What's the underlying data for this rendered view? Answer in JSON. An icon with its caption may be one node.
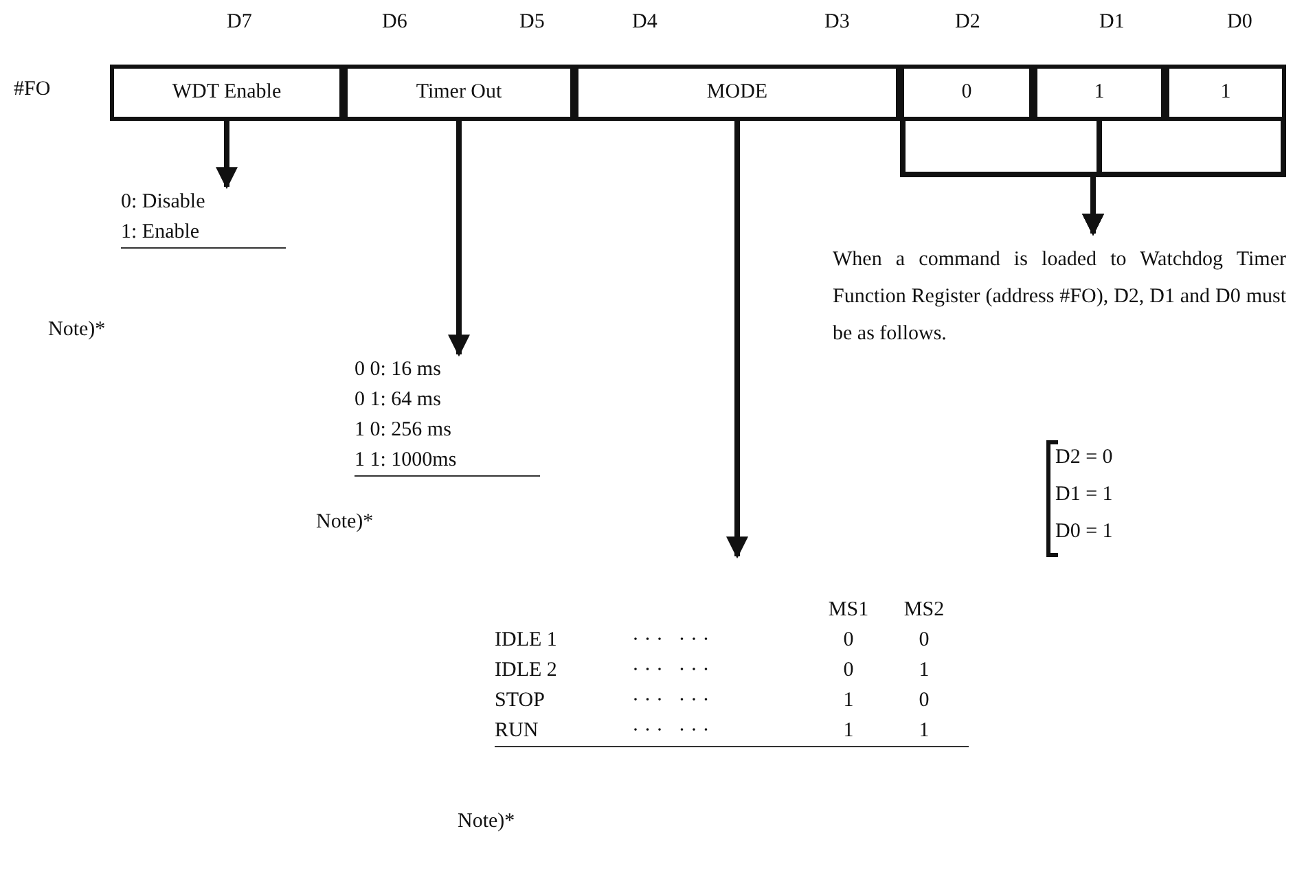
{
  "diagram": {
    "nodes": [
      {
        "text": [
          "WDT Enable"
        ]
      },
      {
        "text": [
          "Timer Out"
        ]
      },
      {
        "text": [
          "MODE"
        ]
      },
      {
        "text": [
          "0"
        ]
      },
      {
        "text": [
          "1"
        ]
      },
      {
        "text": [
          "1"
        ]
      },
      {
        "text": [
          "0: Disable",
          "1: Enable"
        ]
      },
      {
        "text": [
          "When a command is loaded to Watchdog Timer Function Register (address #FO), D2, D1 and D0 must be as follows."
        ]
      },
      {
        "text": [
          "0 0: 16 ms",
          "0 1: 64 ms",
          "1 0: 256 ms",
          "1 1: 1000ms"
        ]
      },
      {
        "text": [
          "MS1",
          "MS2",
          "IDLE 1",
          "· · ·   · · ·",
          "0",
          "0",
          "IDLE 2",
          "· · ·   · · ·",
          "0",
          "1",
          "STOP",
          "· · ·   · · ·",
          "1",
          "0",
          "RUN",
          "· · ·   · · ·",
          "1",
          "1"
        ]
      }
    ],
    "edges": [
      {
        "from": 0,
        "to": 6,
        "arrow": "to"
      },
      {
        "from": 1,
        "to": 8,
        "arrow": "to"
      },
      {
        "from": 2,
        "to": 9,
        "arrow": "to"
      },
      {
        "from": 3,
        "to": 7,
        "arrow": "to"
      },
      {
        "from": 4,
        "to": 7,
        "arrow": "to"
      },
      {
        "from": 5,
        "to": 7,
        "arrow": "to"
      }
    ],
    "labels": [
      "D7",
      "D6",
      "D5",
      "D4",
      "D3",
      "D2",
      "D1",
      "D0",
      "#FO",
      "Note)*",
      "D2 = 0",
      "D1 = 1",
      "D0 = 1",
      "Note)*",
      "Note)*"
    ]
  }
}
